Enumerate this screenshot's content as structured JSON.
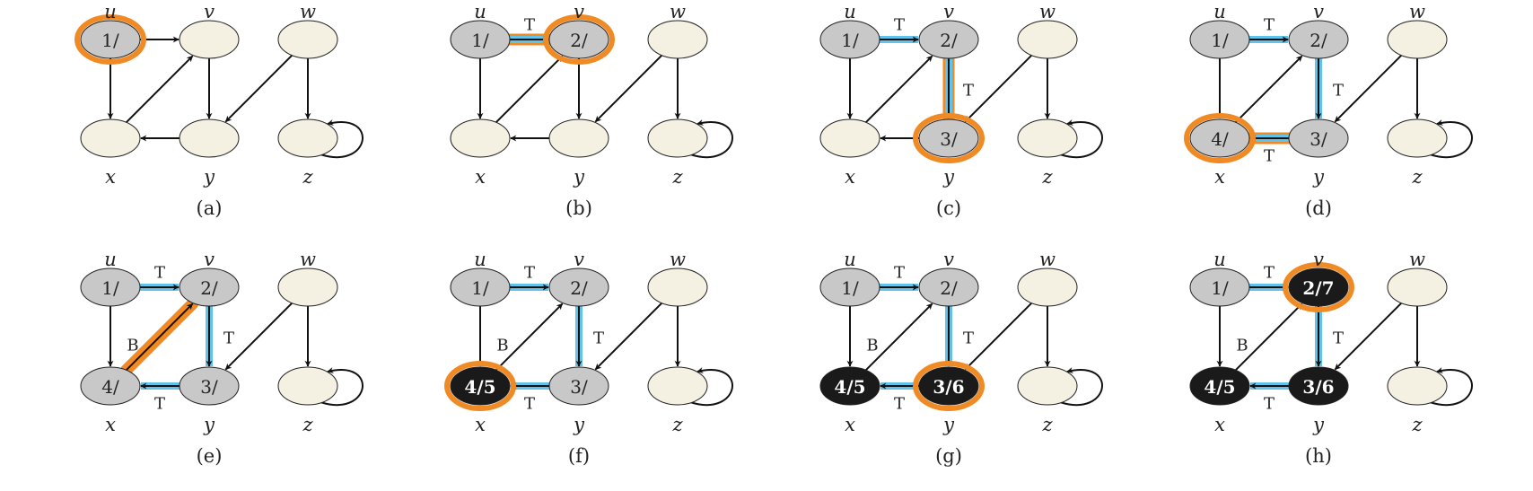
{
  "colors": {
    "white_node": "#f4f1e3",
    "gray_node": "#c8c8c8",
    "black_node": "#1a1a1a",
    "highlight": "#f08a24",
    "tree_edge": "#62c3ea",
    "edge": "#111111"
  },
  "vertices": [
    "u",
    "v",
    "w",
    "x",
    "y",
    "z"
  ],
  "edges": [
    {
      "from": "u",
      "to": "v"
    },
    {
      "from": "u",
      "to": "x"
    },
    {
      "from": "x",
      "to": "v"
    },
    {
      "from": "v",
      "to": "y"
    },
    {
      "from": "y",
      "to": "x"
    },
    {
      "from": "w",
      "to": "y"
    },
    {
      "from": "w",
      "to": "z"
    },
    {
      "from": "z",
      "to": "z"
    }
  ],
  "panels": [
    {
      "caption": "(a)",
      "nodes": {
        "u": {
          "color": "gray",
          "label": "1/",
          "highlight": true
        },
        "v": {
          "color": "white",
          "label": ""
        },
        "w": {
          "color": "white",
          "label": ""
        },
        "x": {
          "color": "white",
          "label": ""
        },
        "y": {
          "color": "white",
          "label": ""
        },
        "z": {
          "color": "white",
          "label": ""
        }
      },
      "edge_labels": {}
    },
    {
      "caption": "(b)",
      "nodes": {
        "u": {
          "color": "gray",
          "label": "1/"
        },
        "v": {
          "color": "gray",
          "label": "2/",
          "highlight": true
        },
        "w": {
          "color": "white",
          "label": ""
        },
        "x": {
          "color": "white",
          "label": ""
        },
        "y": {
          "color": "white",
          "label": ""
        },
        "z": {
          "color": "white",
          "label": ""
        }
      },
      "edge_labels": {
        "u-v": "T"
      },
      "highlight_edge": "u-v"
    },
    {
      "caption": "(c)",
      "nodes": {
        "u": {
          "color": "gray",
          "label": "1/"
        },
        "v": {
          "color": "gray",
          "label": "2/"
        },
        "w": {
          "color": "white",
          "label": ""
        },
        "x": {
          "color": "white",
          "label": ""
        },
        "y": {
          "color": "gray",
          "label": "3/",
          "highlight": true
        },
        "z": {
          "color": "white",
          "label": ""
        }
      },
      "edge_labels": {
        "u-v": "T",
        "v-y": "T"
      },
      "highlight_edge": "v-y"
    },
    {
      "caption": "(d)",
      "nodes": {
        "u": {
          "color": "gray",
          "label": "1/"
        },
        "v": {
          "color": "gray",
          "label": "2/"
        },
        "w": {
          "color": "white",
          "label": ""
        },
        "x": {
          "color": "gray",
          "label": "4/",
          "highlight": true
        },
        "y": {
          "color": "gray",
          "label": "3/"
        },
        "z": {
          "color": "white",
          "label": ""
        }
      },
      "edge_labels": {
        "u-v": "T",
        "v-y": "T",
        "y-x": "T"
      },
      "highlight_edge": "y-x"
    },
    {
      "caption": "(e)",
      "nodes": {
        "u": {
          "color": "gray",
          "label": "1/"
        },
        "v": {
          "color": "gray",
          "label": "2/"
        },
        "w": {
          "color": "white",
          "label": ""
        },
        "x": {
          "color": "gray",
          "label": "4/"
        },
        "y": {
          "color": "gray",
          "label": "3/"
        },
        "z": {
          "color": "white",
          "label": ""
        }
      },
      "edge_labels": {
        "u-v": "T",
        "v-y": "T",
        "y-x": "T",
        "x-v": "B"
      },
      "highlight_edge": "x-v"
    },
    {
      "caption": "(f)",
      "nodes": {
        "u": {
          "color": "gray",
          "label": "1/"
        },
        "v": {
          "color": "gray",
          "label": "2/"
        },
        "w": {
          "color": "white",
          "label": ""
        },
        "x": {
          "color": "black",
          "label": "4/5",
          "highlight": true
        },
        "y": {
          "color": "gray",
          "label": "3/"
        },
        "z": {
          "color": "white",
          "label": ""
        }
      },
      "edge_labels": {
        "u-v": "T",
        "v-y": "T",
        "y-x": "T",
        "x-v": "B"
      }
    },
    {
      "caption": "(g)",
      "nodes": {
        "u": {
          "color": "gray",
          "label": "1/"
        },
        "v": {
          "color": "gray",
          "label": "2/"
        },
        "w": {
          "color": "white",
          "label": ""
        },
        "x": {
          "color": "black",
          "label": "4/5"
        },
        "y": {
          "color": "black",
          "label": "3/6",
          "highlight": true
        },
        "z": {
          "color": "white",
          "label": ""
        }
      },
      "edge_labels": {
        "u-v": "T",
        "v-y": "T",
        "y-x": "T",
        "x-v": "B"
      }
    },
    {
      "caption": "(h)",
      "nodes": {
        "u": {
          "color": "gray",
          "label": "1/"
        },
        "v": {
          "color": "black",
          "label": "2/7",
          "highlight": true
        },
        "w": {
          "color": "white",
          "label": ""
        },
        "x": {
          "color": "black",
          "label": "4/5"
        },
        "y": {
          "color": "black",
          "label": "3/6"
        },
        "z": {
          "color": "white",
          "label": ""
        }
      },
      "edge_labels": {
        "u-v": "T",
        "v-y": "T",
        "y-x": "T",
        "x-v": "B"
      }
    }
  ]
}
